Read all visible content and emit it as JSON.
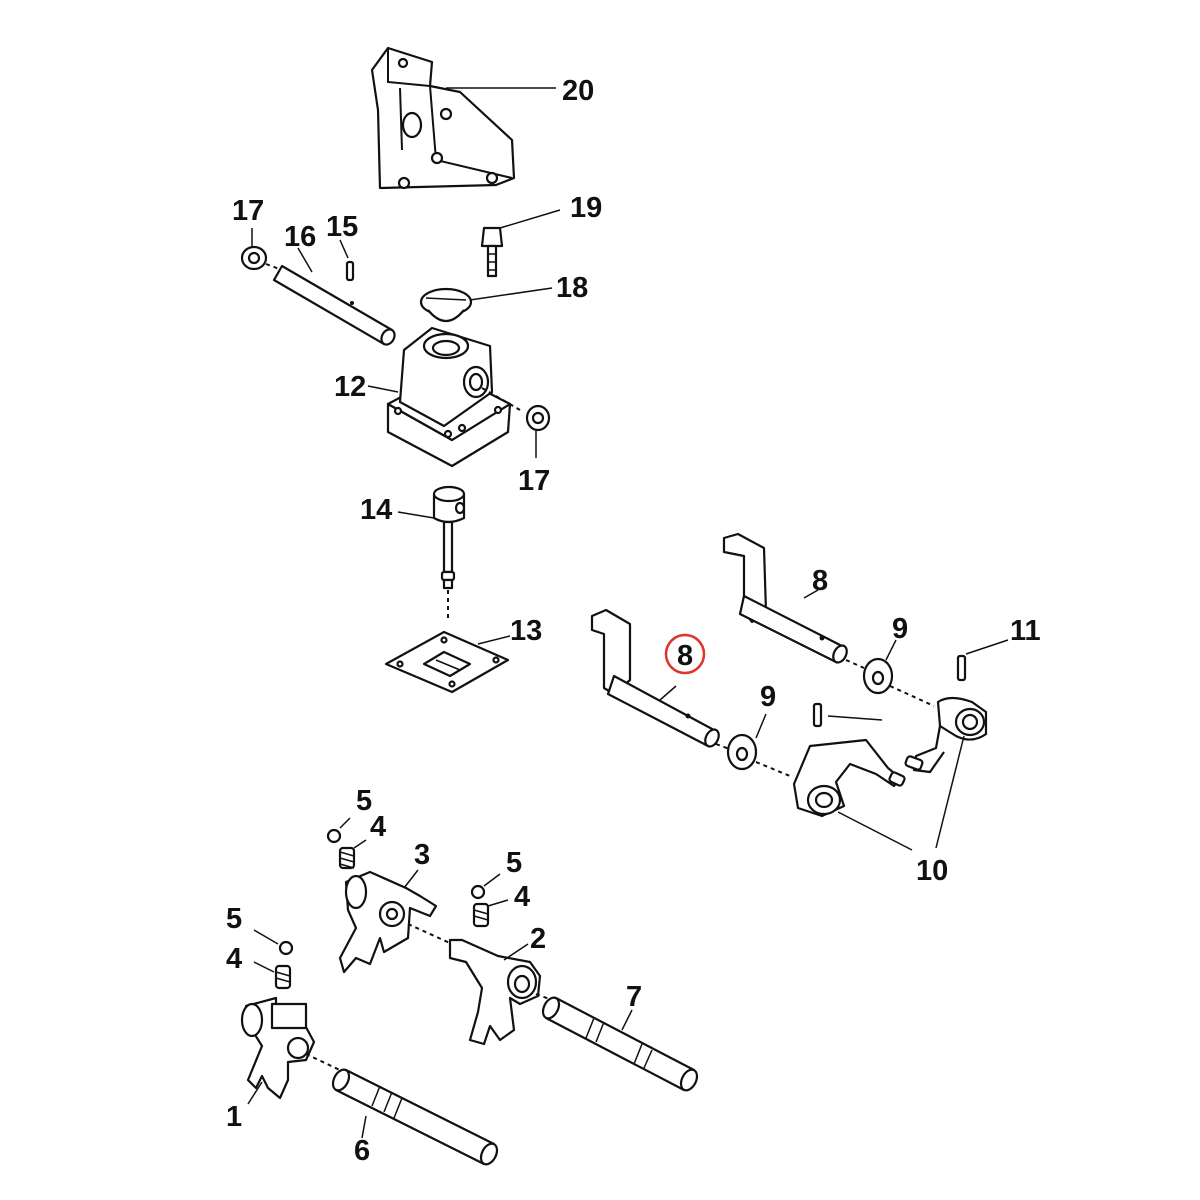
{
  "labels": {
    "l20": "20",
    "l19": "19",
    "l18": "18",
    "l17a": "17",
    "l17b": "17",
    "l16": "16",
    "l15": "15",
    "l12": "12",
    "l14": "14",
    "l13": "13",
    "l8a": "8",
    "l8b": "8",
    "l9a": "9",
    "l9b": "9",
    "l11": "11",
    "l10": "10",
    "l5a": "5",
    "l5b": "5",
    "l5c": "5",
    "l4a": "4",
    "l4b": "4",
    "l4c": "4",
    "l3": "3",
    "l2": "2",
    "l1": "1",
    "l6": "6",
    "l7": "7"
  },
  "highlight": {
    "label": "8",
    "color": "#e0342a"
  }
}
